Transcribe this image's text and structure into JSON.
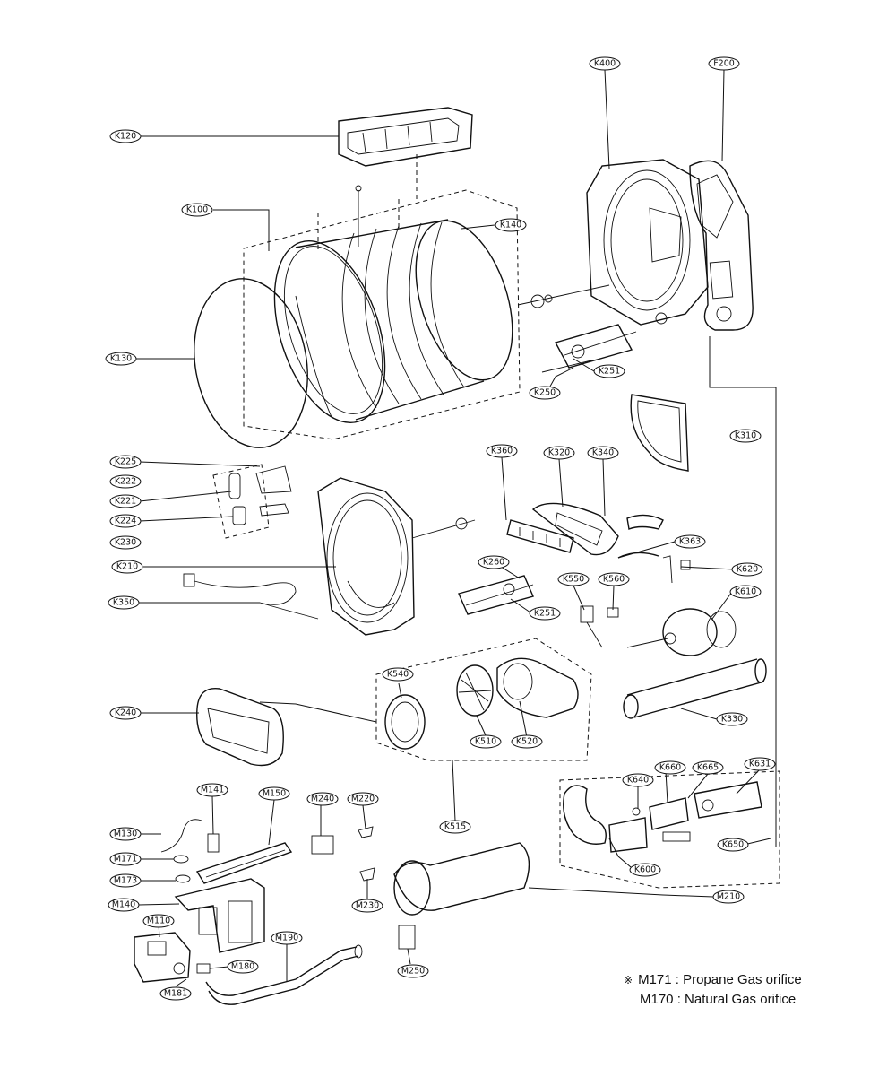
{
  "diagram": {
    "labels": {
      "K120": "K120",
      "K100": "K100",
      "K140": "K140",
      "K130": "K130",
      "K400": "K400",
      "F200": "F200",
      "K251a": "K251",
      "K250a": "K250",
      "K310": "K310",
      "K225": "K225",
      "K222": "K222",
      "K221": "K221",
      "K224": "K224",
      "K230": "K230",
      "K210": "K210",
      "K350a": "K350",
      "K360": "K360",
      "K320": "K320",
      "K340": "K340",
      "K363": "K363",
      "K620": "K620",
      "K260": "K260",
      "K550": "K550",
      "K560": "K560",
      "K610": "K610",
      "K251b": "K251",
      "K540": "K540",
      "K240": "K240",
      "K510": "K510",
      "K520": "K520",
      "K330": "K330",
      "K515": "K515",
      "K660": "K660",
      "K665": "K665",
      "K631": "K631",
      "K640": "K640",
      "K650": "K650",
      "K600": "K600",
      "M141": "M141",
      "M150": "M150",
      "M240": "M240",
      "M220": "M220",
      "M130": "M130",
      "M171": "M171",
      "M173": "M173",
      "M140": "M140",
      "M230": "M230",
      "M210": "M210",
      "M110": "M110",
      "M190": "M190",
      "M180": "M180",
      "M181": "M181",
      "M250": "M250"
    },
    "notes": {
      "line1": "M171 : Propane Gas orifice",
      "line1_mark": "※",
      "line2": "M170 : Natural Gas orifice"
    }
  }
}
